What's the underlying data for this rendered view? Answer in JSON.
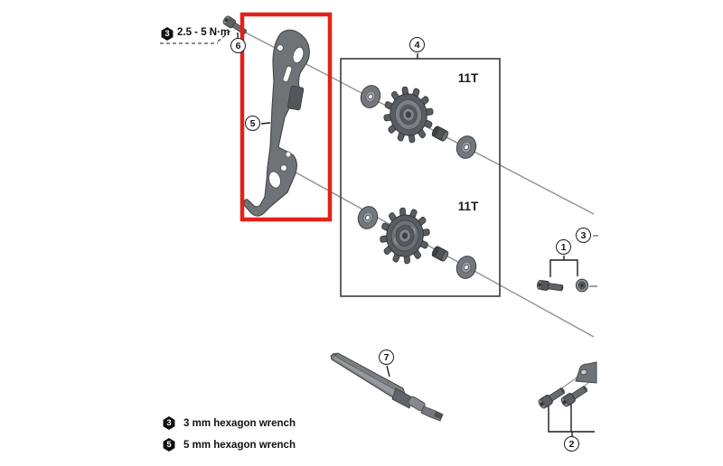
{
  "torque_note": {
    "tool_size": "3",
    "value": "2.5 - 5 N·m"
  },
  "callouts": {
    "c1": "1",
    "c2": "2",
    "c3": "3",
    "c4": "4",
    "c5": "5",
    "c6": "6",
    "c7": "7"
  },
  "pulleys": {
    "upper_teeth": "11T",
    "lower_teeth": "11T"
  },
  "legend": [
    {
      "tool_size": "3",
      "label": "3 mm hexagon wrench"
    },
    {
      "tool_size": "5",
      "label": "5 mm hexagon wrench"
    }
  ],
  "colors": {
    "highlight_red": "#e32119",
    "part_gray": "#6f7377",
    "part_dark_gray": "#55585c",
    "line_gray": "#8e9093",
    "box_border": "#3a3a3a"
  }
}
